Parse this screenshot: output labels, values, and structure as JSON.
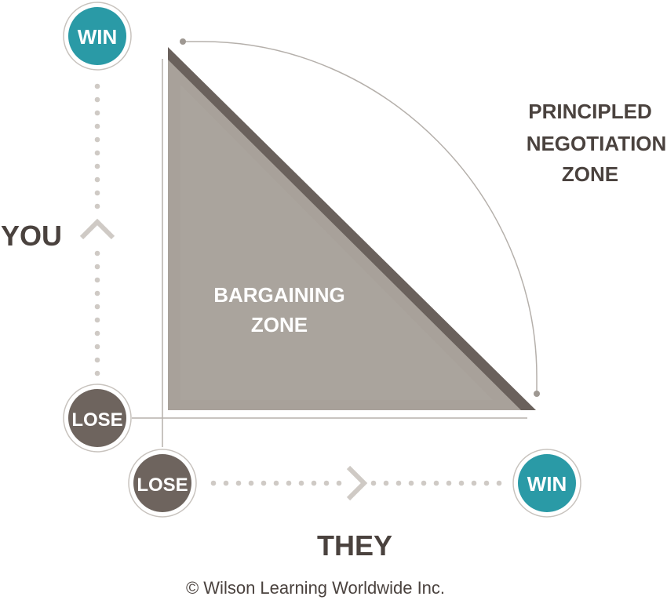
{
  "labels": {
    "axis_you": "YOU",
    "axis_they": "THEY",
    "you_win": "WIN",
    "you_lose": "LOSE",
    "they_win": "WIN",
    "they_lose": "LOSE",
    "bargaining_line1": "BARGAINING",
    "bargaining_line2": "ZONE",
    "principled_line1": "PRINCIPLED",
    "principled_line2": "NEGOTIATION",
    "principled_line3": "ZONE",
    "copyright": "© Wilson Learning Worldwide Inc."
  },
  "colors": {
    "teal": "#2a9aa6",
    "brown": "#6e645e",
    "triangle_fill": "#a8a19a",
    "triangle_edge": "#6a615c",
    "dots": "#cfcac5",
    "text_dark": "#4a423e",
    "line": "#b5b0ab"
  }
}
